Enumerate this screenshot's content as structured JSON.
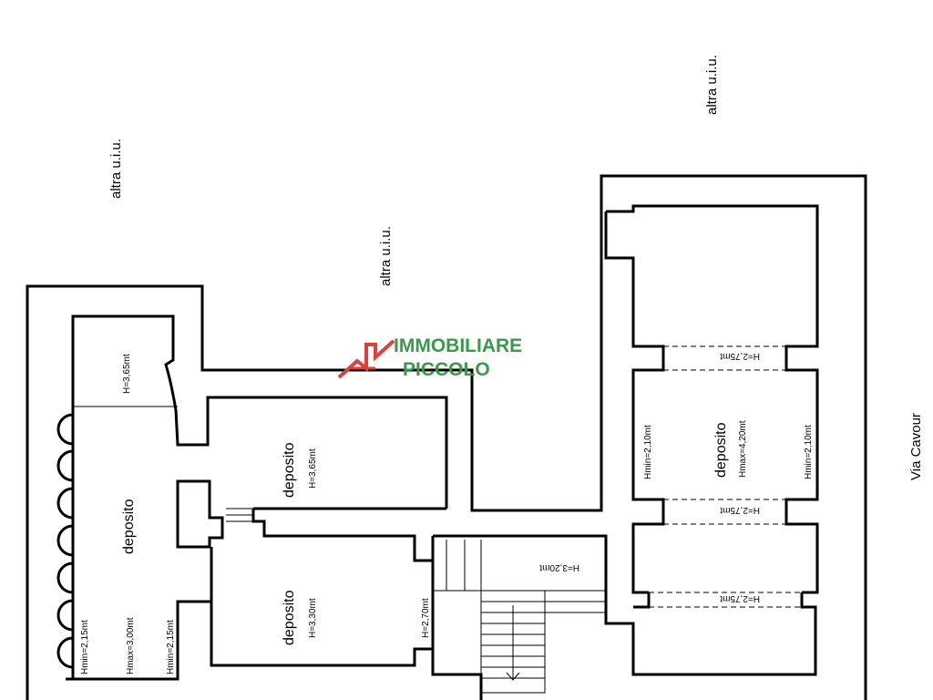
{
  "outside": {
    "altra_1": "altra u.i.u.",
    "altra_2": "altra u.i.u.",
    "altra_3": "altra u.i.u.",
    "street": "Via Cavour"
  },
  "rooms": {
    "left": {
      "name": "deposito",
      "hmin_left": "Hmin=2,15mt",
      "hmax": "Hmax=3,00mt",
      "hmin_right": "Hmin=2,15mt"
    },
    "niche": {
      "h": "H=3,65mt"
    },
    "center_top": {
      "name": "deposito",
      "h": "H=3,65mt"
    },
    "center_bottom": {
      "name": "deposito",
      "h": "H=3,30mt"
    },
    "corridor": {
      "h": "H=2,70mt"
    },
    "landing": {
      "h": "H=3,20mt"
    },
    "right": {
      "name": "deposito",
      "hmin_left": "Hmin=2,10mt",
      "hmax": "Hmax=4,20mt",
      "hmin_right": "Hmin=2,10mt"
    },
    "passage_top": {
      "h": "H=2,75mt"
    },
    "passage_mid": {
      "h": "H=2,75mt"
    },
    "passage_bot": {
      "h": "H=2,75mt"
    }
  },
  "watermark": {
    "line1": "IMMOBILIARE",
    "line2": "PICCOLO",
    "color": "#3a9a4a",
    "accent": "#e0403a"
  }
}
